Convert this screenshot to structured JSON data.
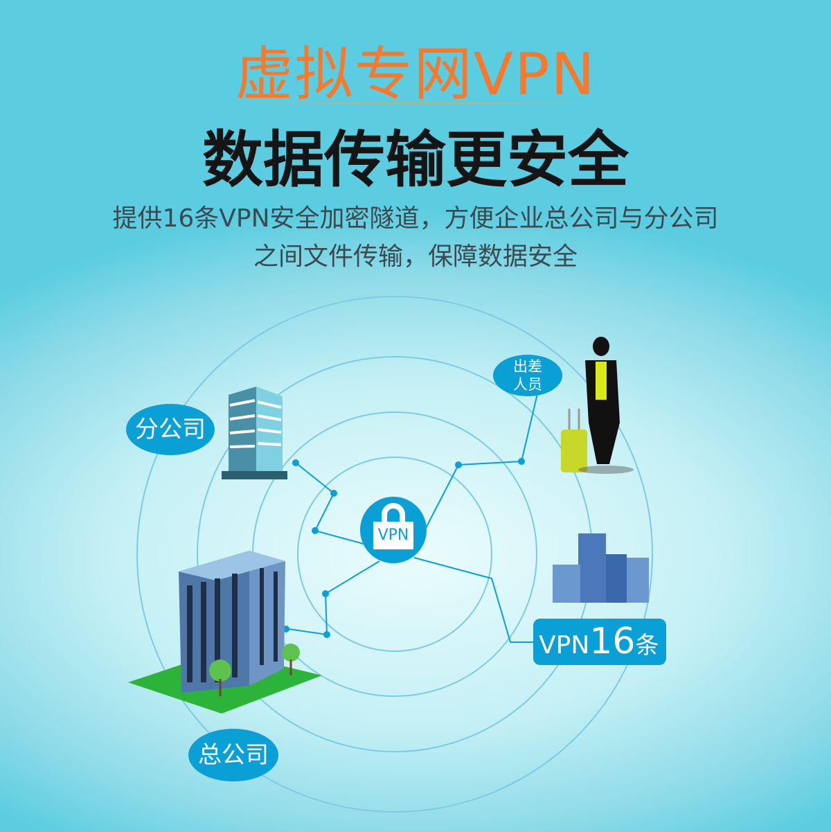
{
  "header": {
    "title": "虚拟专网VPN",
    "subtitle": "数据传输更安全"
  },
  "description": [
    "提供16条VPN安全加密隧道，方便企业总公司与分公司",
    "之间文件传输，保障数据安全"
  ],
  "diagram": {
    "center_label": "VPN",
    "branch_label": "分公司",
    "traveler_label": [
      "出差",
      "人员"
    ],
    "hq_label": "总公司",
    "tunnels": {
      "prefix": "VPN",
      "count": "16",
      "suffix": "条"
    }
  },
  "colors": {
    "accent": "#0a9fd5",
    "title": "#f57a2e"
  }
}
